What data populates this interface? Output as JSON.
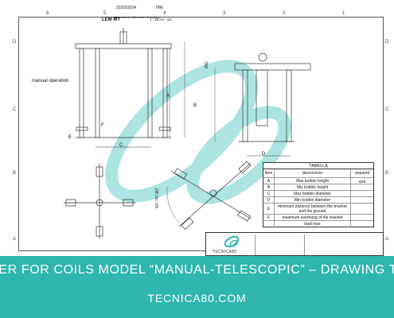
{
  "frame": {
    "col_labels": [
      "6",
      "5",
      "4",
      "3",
      "2",
      "1"
    ],
    "row_labels": [
      "D",
      "C",
      "B",
      "A"
    ]
  },
  "annotations": {
    "manual_operation": "manual operation",
    "dim_A": "A",
    "dim_B": "B",
    "dim_C": "C",
    "dim_D": "D",
    "dim_E": "E",
    "dim_F": "F",
    "dim_850": "850",
    "angle": "60°-75°-90°"
  },
  "tabella": {
    "title": "TABELLA",
    "headers": [
      "Item",
      "descrizione",
      "required size"
    ],
    "rows": [
      {
        "item": "A",
        "desc": "Max bobbin height"
      },
      {
        "item": "B",
        "desc": "Mix bobbin height"
      },
      {
        "item": "C",
        "desc": "Max bobbin diameter"
      },
      {
        "item": "D",
        "desc": "Min bobbin diameter"
      },
      {
        "item": "E",
        "desc": "minimum distance between the bracket and the ground"
      },
      {
        "item": "F",
        "desc": "maximum overhang of the bracket"
      },
      {
        "item": "",
        "desc": "load max"
      }
    ]
  },
  "titleblock": {
    "company": "TECNICA80",
    "date": "22/03/2024",
    "file": "FBk",
    "description": "attrezzatura sollevamento bobine",
    "code": "LEM MT",
    "scale": "1 : 30  A3 - 1/1"
  },
  "banner": {
    "title": "TER FOR COILS MODEL “MANUAL-TELESCOPIC” – DRAWING TO FILL O",
    "site": "TECNICA80.COM"
  },
  "colors": {
    "banner_bg": "#2fb6ad",
    "watermark": "#8fdcd6",
    "line": "#333333"
  }
}
